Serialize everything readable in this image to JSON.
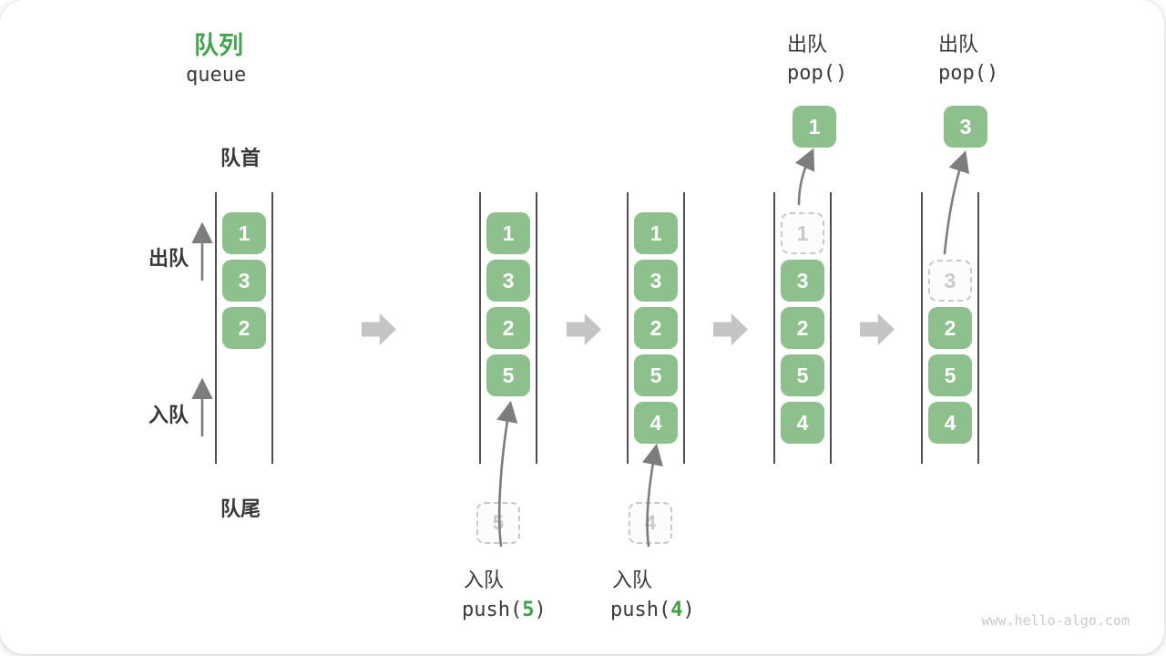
{
  "title": {
    "zh": "队列",
    "en": "queue"
  },
  "labels": {
    "front": "队首",
    "rear": "队尾",
    "dequeue": "出队",
    "enqueue": "入队"
  },
  "colors": {
    "box_green": "#8dc08d",
    "accent_green": "#3f9f46",
    "title_green": "#48a351",
    "channel_line": "#4f4f4f",
    "block_arrow": "#c4c4c4",
    "thin_arrow": "#7d7d7d",
    "dashed_border": "#c9c9c9",
    "text": "#3a3a3a"
  },
  "states": [
    {
      "name": "initial",
      "cells": [
        {
          "v": "1",
          "style": "solid"
        },
        {
          "v": "3",
          "style": "solid"
        },
        {
          "v": "2",
          "style": "solid"
        }
      ]
    },
    {
      "name": "after-push-5",
      "cells": [
        {
          "v": "1",
          "style": "solid"
        },
        {
          "v": "3",
          "style": "solid"
        },
        {
          "v": "2",
          "style": "solid"
        },
        {
          "v": "5",
          "style": "solid"
        }
      ]
    },
    {
      "name": "after-push-4",
      "cells": [
        {
          "v": "1",
          "style": "solid"
        },
        {
          "v": "3",
          "style": "solid"
        },
        {
          "v": "2",
          "style": "solid"
        },
        {
          "v": "5",
          "style": "solid"
        },
        {
          "v": "4",
          "style": "solid"
        }
      ]
    },
    {
      "name": "pop-first",
      "cells": [
        {
          "v": "1",
          "style": "dashed"
        },
        {
          "v": "3",
          "style": "solid"
        },
        {
          "v": "2",
          "style": "solid"
        },
        {
          "v": "5",
          "style": "solid"
        },
        {
          "v": "4",
          "style": "solid"
        }
      ]
    },
    {
      "name": "pop-second",
      "cells": [
        {
          "v": "3",
          "style": "dashed"
        },
        {
          "v": "2",
          "style": "solid"
        },
        {
          "v": "5",
          "style": "solid"
        },
        {
          "v": "4",
          "style": "solid"
        }
      ]
    }
  ],
  "ops": {
    "push5": {
      "label": "入队",
      "fn_open": "push(",
      "arg": "5",
      "fn_close": ")",
      "pending": "5"
    },
    "push4": {
      "label": "入队",
      "fn_open": "push(",
      "arg": "4",
      "fn_close": ")",
      "pending": "4"
    },
    "pop1": {
      "label": "出队",
      "fn": "pop()",
      "result": "1"
    },
    "pop2": {
      "label": "出队",
      "fn": "pop()",
      "result": "3"
    }
  },
  "watermark": "www.hello-algo.com"
}
